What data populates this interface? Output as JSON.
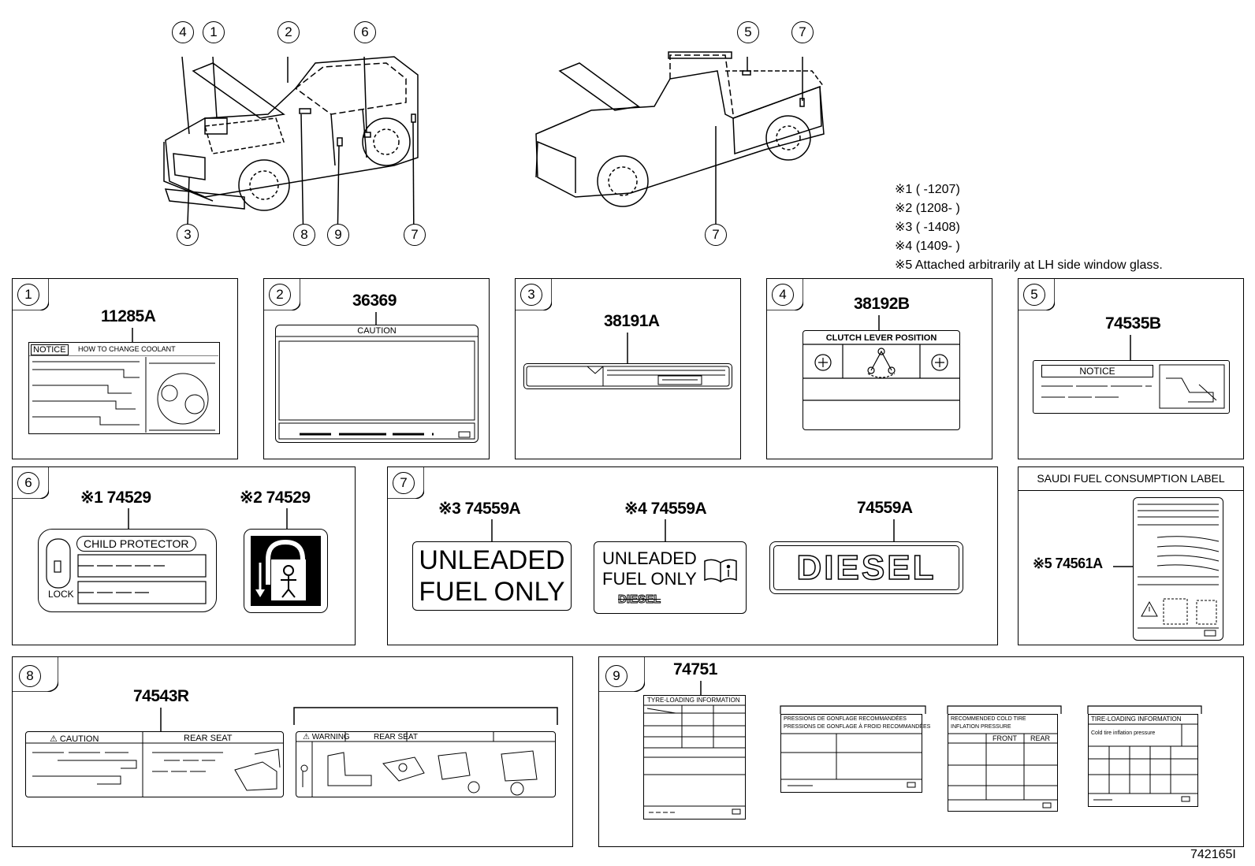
{
  "callouts": {
    "c4a": "4",
    "c1a": "1",
    "c2a": "2",
    "c6a": "6",
    "c5a": "5",
    "c7a": "7",
    "c3b": "3",
    "c8b": "8",
    "c9b": "9",
    "c7b": "7",
    "c7c": "7"
  },
  "notes": [
    "※1 (      -1207)",
    "※2 (1208-      )",
    "※3 (      -1408)",
    "※4 (1409-      )",
    "※5  Attached arbitrarily at LH side window glass."
  ],
  "panels": {
    "p1": {
      "num": "1",
      "part": "11285A",
      "notice": "NOTICE",
      "notice_sub": "HOW TO CHANGE COOLANT"
    },
    "p2": {
      "num": "2",
      "part": "36369",
      "caution": "CAUTION"
    },
    "p3": {
      "num": "3",
      "part": "38191A"
    },
    "p4": {
      "num": "4",
      "part": "38192B",
      "title": "CLUTCH  LEVER  POSITION"
    },
    "p5": {
      "num": "5",
      "part": "74535B",
      "notice": "NOTICE"
    },
    "p6": {
      "num": "6",
      "part_a": "※1 74529",
      "part_b": "※2 74529",
      "child": "CHILD  PROTECTOR",
      "lock": "LOCK"
    },
    "p7": {
      "num": "7",
      "part_a": "※3 74559A",
      "part_b": "※4 74559A",
      "part_c": "74559A",
      "unleaded_1": "UNLEADED",
      "unleaded_2": "FUEL ONLY",
      "diesel": "DIESEL",
      "diesel_small": "DIESEL"
    },
    "saudi": {
      "title": "SAUDI FUEL CONSUMPTION LABEL",
      "part": "※5 74561A"
    },
    "p8": {
      "num": "8",
      "part": "74543R",
      "caution": "⚠ CAUTION",
      "rear_seat": "REAR  SEAT",
      "warning": "⚠ WARNING",
      "rear_seat_b": "REAR  SEAT"
    },
    "p9": {
      "num": "9",
      "part": "74751",
      "tyre_title": "TYRE-LOADING  INFORMATION",
      "fr_title_1": "PRESSIONS DE GONFLAGE RECOMMANDÉES",
      "fr_title_2": "PRESSIONS DE GONFLAGE À FROID RECOMMANDÉES",
      "rec_title_1": "RECOMMENDED COLD TIRE",
      "rec_title_2": "INFLATION PRESSURE",
      "front": "FRONT",
      "rear": "REAR",
      "tire_title": "TIRE-LOADING  INFORMATION",
      "cold": "Cold tire inflation pressure"
    }
  },
  "figure_id": "742165I"
}
